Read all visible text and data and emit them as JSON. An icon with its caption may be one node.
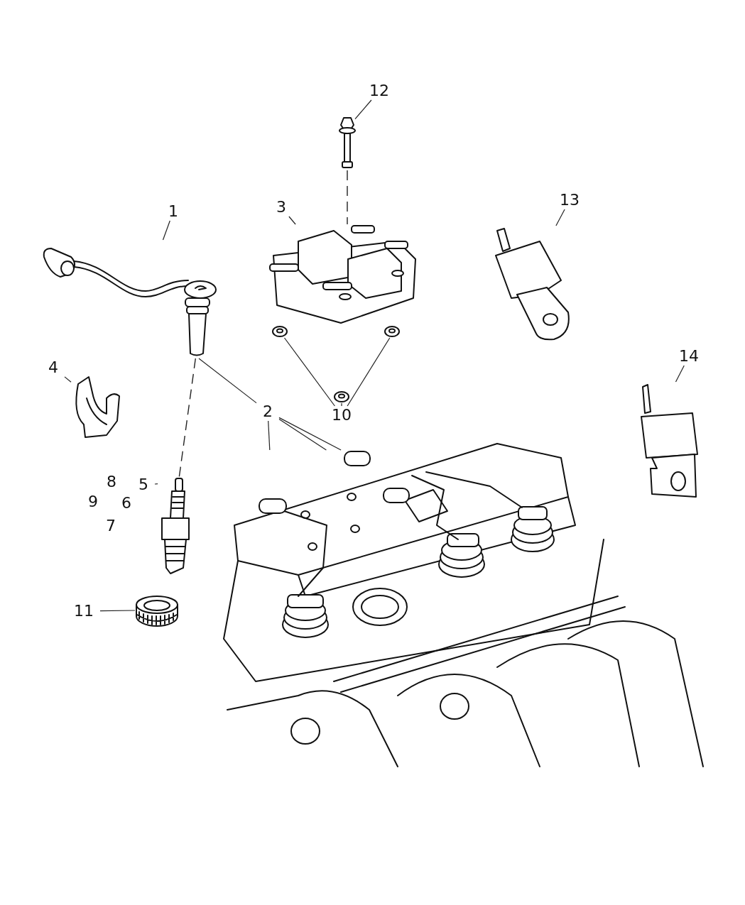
{
  "diagram": {
    "nodes": [
      {
        "text": [
          "1"
        ]
      },
      {
        "text": [],
        "shape": "picture"
      },
      {
        "text": [
          "2"
        ]
      },
      {
        "text": [],
        "shape": "picture"
      },
      {
        "text": [
          "3"
        ]
      },
      {
        "text": [],
        "shape": "picture"
      },
      {
        "text": [
          "4"
        ]
      },
      {
        "text": [],
        "shape": "picture"
      },
      {
        "text": [
          "5"
        ]
      },
      {
        "text": [],
        "shape": "picture"
      },
      {
        "text": [
          "10"
        ]
      },
      {
        "text": [],
        "shape": "picture"
      },
      {
        "text": [],
        "shape": "picture"
      },
      {
        "text": [],
        "shape": "picture"
      },
      {
        "text": [
          "11"
        ]
      },
      {
        "text": [],
        "shape": "picture"
      },
      {
        "text": [
          "12"
        ]
      },
      {
        "text": [],
        "shape": "picture"
      },
      {
        "text": [
          "13"
        ]
      },
      {
        "text": [],
        "shape": "picture"
      },
      {
        "text": [
          "14"
        ]
      },
      {
        "text": [],
        "shape": "picture"
      }
    ],
    "edges": [
      {
        "from": 0,
        "to": 1,
        "arrow": "none"
      },
      {
        "from": 2,
        "to": 1,
        "arrow": "none"
      },
      {
        "from": 2,
        "to": 3,
        "arrow": "none"
      },
      {
        "from": 2,
        "to": 3,
        "arrow": "none"
      },
      {
        "from": 2,
        "to": 3,
        "arrow": "none"
      },
      {
        "from": 4,
        "to": 5,
        "arrow": "none"
      },
      {
        "from": 6,
        "to": 7,
        "arrow": "none"
      },
      {
        "from": 8,
        "to": 9,
        "arrow": "none"
      },
      {
        "from": 10,
        "to": 11,
        "arrow": "none"
      },
      {
        "from": 10,
        "to": 12,
        "arrow": "none"
      },
      {
        "from": 10,
        "to": 13,
        "arrow": "none"
      },
      {
        "from": 14,
        "to": 15,
        "arrow": "none"
      },
      {
        "from": 16,
        "to": 17,
        "arrow": "none"
      },
      {
        "from": 18,
        "to": 19,
        "arrow": "none"
      },
      {
        "from": 20,
        "to": 21,
        "arrow": "none"
      },
      {
        "from": 17,
        "to": 5,
        "arrow": "none",
        "style": "dashed"
      },
      {
        "from": 1,
        "to": 9,
        "arrow": "none",
        "style": "dashed"
      }
    ],
    "labels": [
      "8",
      "9",
      "6",
      "7"
    ]
  }
}
